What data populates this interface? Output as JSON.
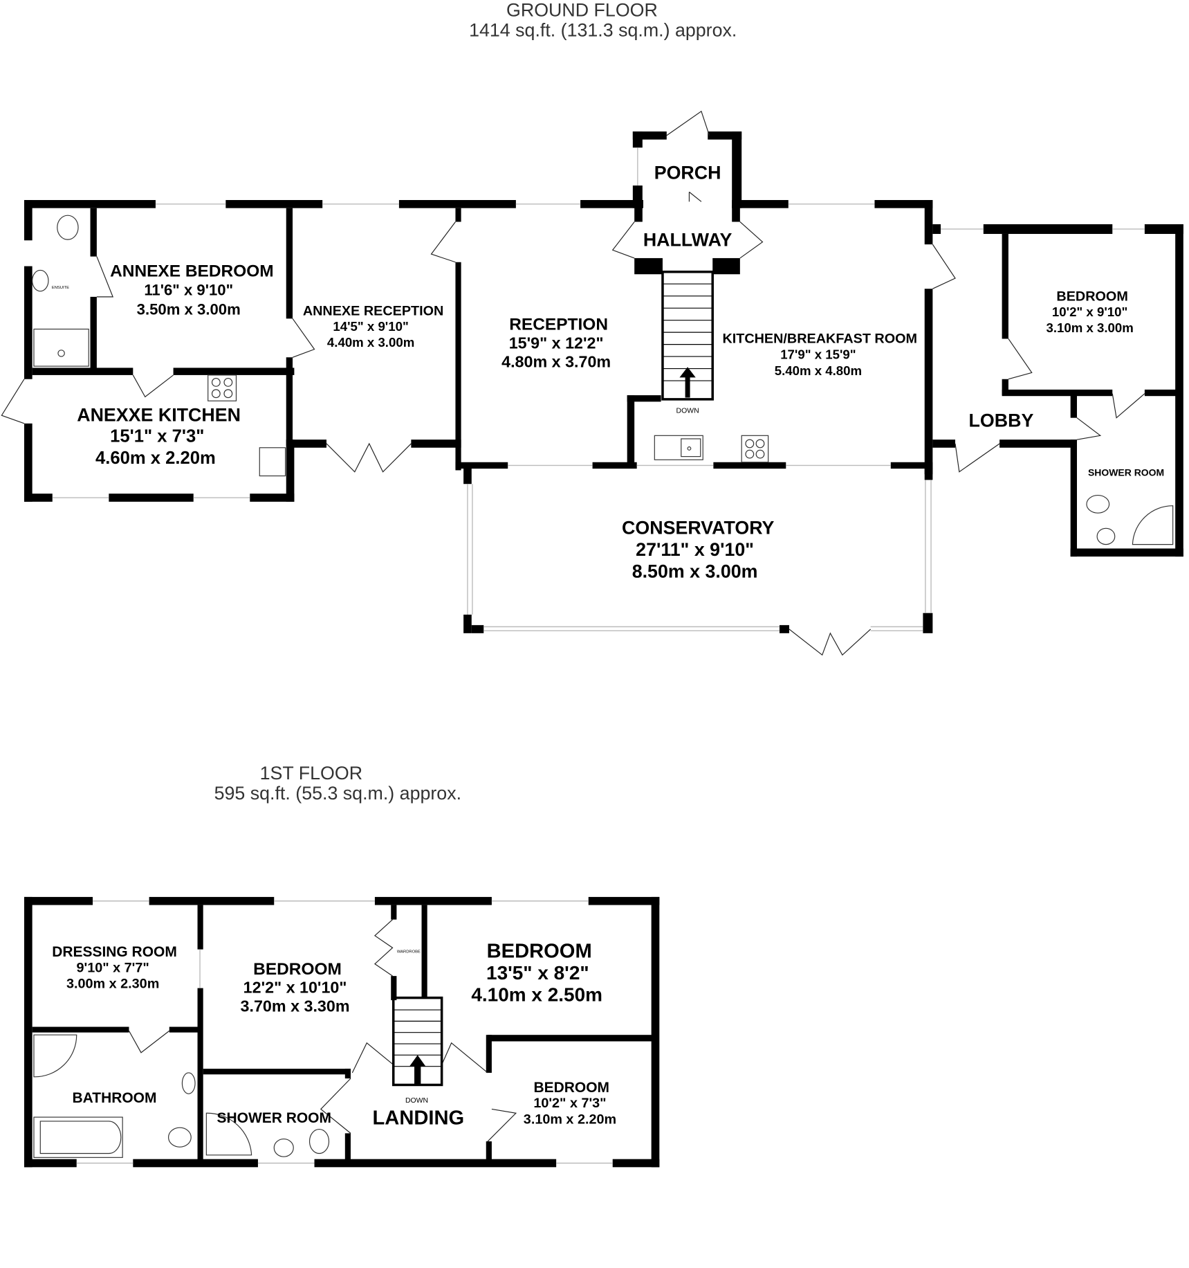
{
  "ground_floor": {
    "title": "GROUND FLOOR",
    "area": "1414 sq.ft. (131.3 sq.m.) approx.",
    "rooms": [
      {
        "name": "PORCH"
      },
      {
        "name": "HALLWAY"
      },
      {
        "name": "ANNEXE BEDROOM",
        "imperial": "11'6\"  x 9'10\"",
        "metric": "3.50m  x 3.00m"
      },
      {
        "name": "ANNEXE RECEPTION",
        "imperial": "14'5\"  x 9'10\"",
        "metric": "4.40m  x 3.00m"
      },
      {
        "name": "RECEPTION",
        "imperial": "15'9\"  x 12'2\"",
        "metric": "4.80m  x 3.70m"
      },
      {
        "name": "KITCHEN/BREAKFAST ROOM",
        "imperial": "17'9\"  x 15'9\"",
        "metric": "5.40m  x 4.80m"
      },
      {
        "name": "BEDROOM",
        "imperial": "10'2\"  x 9'10\"",
        "metric": "3.10m  x 3.00m"
      },
      {
        "name": "ANEXXE KITCHEN",
        "imperial": "15'1\"  x 7'3\"",
        "metric": "4.60m  x 2.20m"
      },
      {
        "name": "LOBBY"
      },
      {
        "name": "SHOWER ROOM"
      },
      {
        "name": "CONSERVATORY",
        "imperial": "27'11\"  x 9'10\"",
        "metric": "8.50m  x 3.00m"
      }
    ],
    "labels": {
      "ensuite": "ENSUITE",
      "down": "DOWN"
    }
  },
  "first_floor": {
    "title": "1ST FLOOR",
    "area": "595 sq.ft. (55.3 sq.m.) approx.",
    "rooms": [
      {
        "name": "DRESSING ROOM",
        "imperial": "9'10\"  x 7'7\"",
        "metric": "3.00m  x 2.30m"
      },
      {
        "name": "BEDROOM",
        "imperial": "12'2\"  x 10'10\"",
        "metric": "3.70m  x 3.30m"
      },
      {
        "name": "BEDROOM",
        "imperial": "13'5\"  x 8'2\"",
        "metric": "4.10m  x 2.50m"
      },
      {
        "name": "BATHROOM"
      },
      {
        "name": "SHOWER ROOM"
      },
      {
        "name": "LANDING"
      },
      {
        "name": "BEDROOM",
        "imperial": "10'2\"  x 7'3\"",
        "metric": "3.10m  x 2.20m"
      }
    ],
    "labels": {
      "wardrobe": "WARDROBE",
      "down": "DOWN"
    }
  }
}
